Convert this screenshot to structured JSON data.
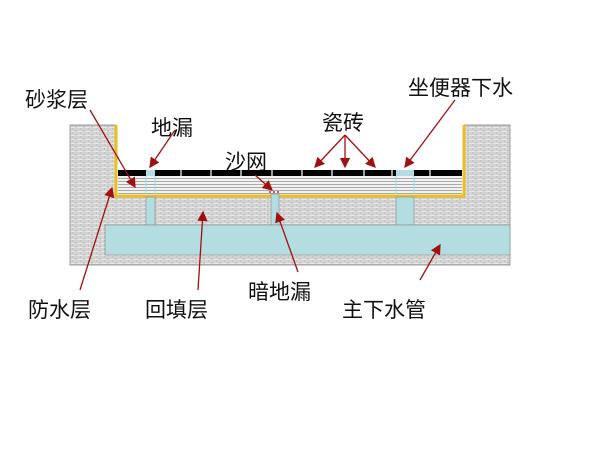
{
  "labels": {
    "mortar": "砂浆层",
    "floor_drain": "地漏",
    "tiles": "瓷砖",
    "sand_mesh": "沙网",
    "toilet_drain": "坐便器下水",
    "waterproof": "防水层",
    "backfill": "回填层",
    "hidden_drain": "暗地漏",
    "main_pipe": "主下水管"
  },
  "colors": {
    "arrow": "#a01010",
    "pipe": "#b4dde2",
    "waterproof": "#e8c020",
    "tile": "#000000",
    "wall": "#cfcfcf"
  }
}
